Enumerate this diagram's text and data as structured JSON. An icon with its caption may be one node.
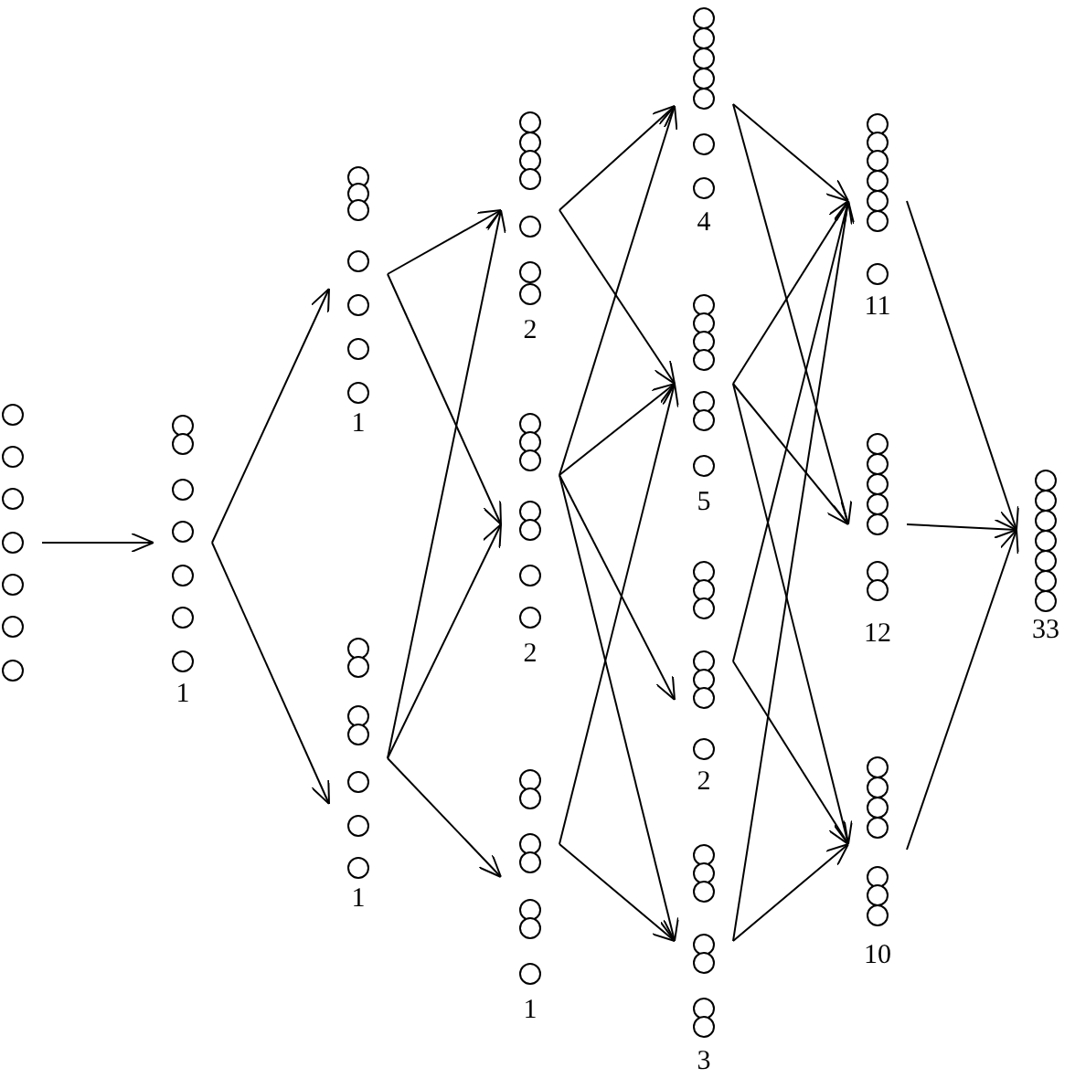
{
  "diagram": {
    "nodes": [
      {
        "text": [],
        "shape": "circle"
      },
      {
        "text": [
          "1"
        ]
      },
      {
        "text": [
          "1"
        ]
      },
      {
        "text": [
          "1"
        ]
      },
      {
        "text": [
          "2"
        ]
      },
      {
        "text": [
          "2"
        ]
      },
      {
        "text": [
          "1"
        ]
      },
      {
        "text": [
          "4"
        ]
      },
      {
        "text": [
          "5"
        ]
      },
      {
        "text": [
          "2"
        ]
      },
      {
        "text": [
          "3"
        ]
      },
      {
        "text": [
          "11"
        ]
      },
      {
        "text": [
          "12"
        ]
      },
      {
        "text": [
          "10"
        ]
      },
      {
        "text": [
          "33"
        ]
      }
    ],
    "edges": [
      {
        "from": 0,
        "to": 1,
        "arrow": "to"
      },
      {
        "from": 1,
        "to": 2,
        "arrow": "to"
      },
      {
        "from": 1,
        "to": 3,
        "arrow": "to"
      },
      {
        "from": 2,
        "to": 4,
        "arrow": "to"
      },
      {
        "from": 2,
        "to": 5,
        "arrow": "to"
      },
      {
        "from": 3,
        "to": 4,
        "arrow": "to"
      },
      {
        "from": 3,
        "to": 5,
        "arrow": "to"
      },
      {
        "from": 3,
        "to": 6,
        "arrow": "to"
      },
      {
        "from": 4,
        "to": 7,
        "arrow": "to"
      },
      {
        "from": 4,
        "to": 8,
        "arrow": "to"
      },
      {
        "from": 5,
        "to": 7,
        "arrow": "to"
      },
      {
        "from": 5,
        "to": 8,
        "arrow": "to"
      },
      {
        "from": 5,
        "to": 9,
        "arrow": "to"
      },
      {
        "from": 5,
        "to": 10,
        "arrow": "to"
      },
      {
        "from": 6,
        "to": 8,
        "arrow": "to"
      },
      {
        "from": 6,
        "to": 10,
        "arrow": "to"
      },
      {
        "from": 7,
        "to": 11,
        "arrow": "to"
      },
      {
        "from": 7,
        "to": 12,
        "arrow": "to"
      },
      {
        "from": 8,
        "to": 11,
        "arrow": "to"
      },
      {
        "from": 8,
        "to": 12,
        "arrow": "to"
      },
      {
        "from": 8,
        "to": 13,
        "arrow": "to"
      },
      {
        "from": 9,
        "to": 11,
        "arrow": "to"
      },
      {
        "from": 9,
        "to": 13,
        "arrow": "to"
      },
      {
        "from": 10,
        "to": 11,
        "arrow": "to"
      },
      {
        "from": 10,
        "to": 13,
        "arrow": "to"
      },
      {
        "from": 11,
        "to": 14,
        "arrow": "to"
      },
      {
        "from": 12,
        "to": 14,
        "arrow": "to"
      },
      {
        "from": 13,
        "to": 14,
        "arrow": "to"
      }
    ]
  }
}
